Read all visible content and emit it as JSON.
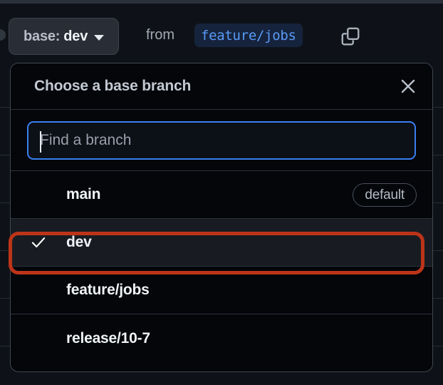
{
  "header": {
    "base_label": "base:",
    "base_value": "dev",
    "caret_icon": "chevron-down-icon",
    "from_text": "from",
    "source_branch": "feature/jobs",
    "copy_icon": "copy-icon"
  },
  "panel": {
    "title": "Choose a base branch",
    "close_icon": "close-icon",
    "search": {
      "value": "",
      "placeholder": "Find a branch",
      "focused": true
    },
    "branches": [
      {
        "name": "main",
        "selected": false,
        "badge": "default"
      },
      {
        "name": "dev",
        "selected": true,
        "badge": ""
      },
      {
        "name": "feature/jobs",
        "selected": false,
        "badge": ""
      },
      {
        "name": "release/10-7",
        "selected": false,
        "badge": ""
      }
    ]
  },
  "annotation": {
    "target": "dev",
    "color": "#bd3419"
  },
  "colors": {
    "accent_blue": "#3b7ef0",
    "branch_blue": "#589bf7",
    "panel_bg": "#04060a",
    "selected_row": "#181c22",
    "annotation": "#bd3419"
  }
}
